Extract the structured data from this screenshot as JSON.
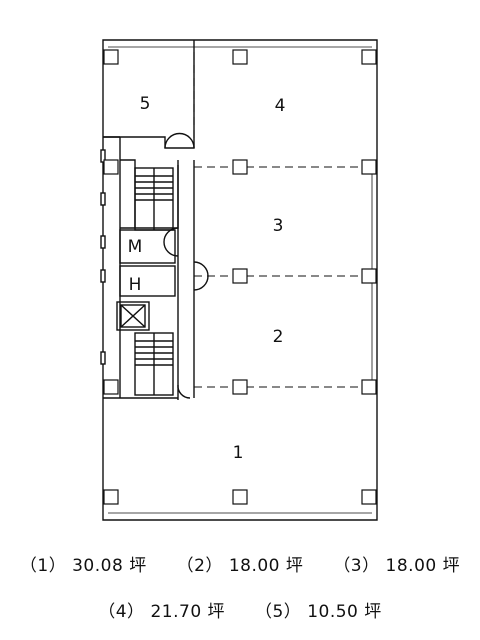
{
  "floor_plan": {
    "units": [
      {
        "id": "5",
        "label": "5"
      },
      {
        "id": "4",
        "label": "4"
      },
      {
        "id": "3",
        "label": "3"
      },
      {
        "id": "2",
        "label": "2"
      },
      {
        "id": "1",
        "label": "1"
      }
    ],
    "rooms": {
      "machine_room": "M",
      "hot_water_room": "H"
    }
  },
  "areas": [
    {
      "no": "（1）",
      "value": "30.08",
      "unit": "坪"
    },
    {
      "no": "（2）",
      "value": "18.00",
      "unit": "坪"
    },
    {
      "no": "（3）",
      "value": "18.00",
      "unit": "坪"
    },
    {
      "no": "（4）",
      "value": "21.70",
      "unit": "坪"
    },
    {
      "no": "（5）",
      "value": "10.50",
      "unit": "坪"
    }
  ]
}
